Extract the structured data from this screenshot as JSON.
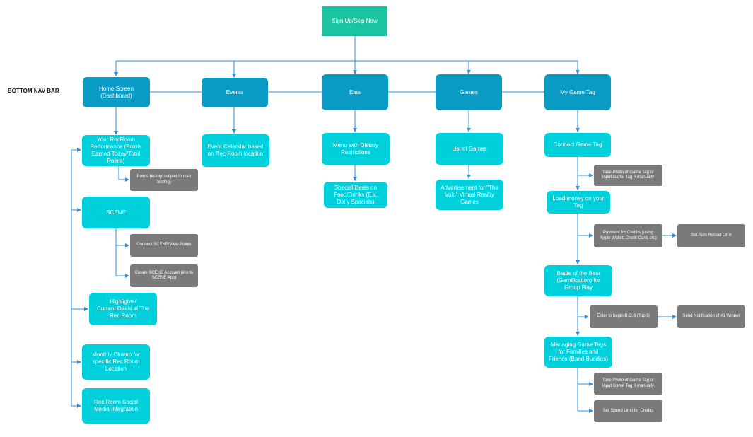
{
  "title": "Sign Up/Skip Now",
  "side_label": "BOTTOM NAV BAR",
  "nav": {
    "home": "Home Screen\n(Dashboard)",
    "events": "Events",
    "eats": "Eats",
    "games": "Games",
    "gametag": "My Game Tag"
  },
  "home": {
    "performance": "Your RecRoom\nPerformance (Points\nEarned Today/Total\nPoints)",
    "points_history": "Points history(subject to user\ntesting)",
    "scene": "SCENE",
    "connect_scene": "Connect SCENE/View Points",
    "create_scene": "Create SCENE Account (link to\nSCENE App)",
    "highlights": "Highlights/\nCurrent Deals at The\nRec Room",
    "monthly_champ": "Monthly Champ for\nspecific Rec Room\nLocation",
    "social": "Rec Room Social\nMedia Integration"
  },
  "events": {
    "calendar": "Event Calendar based\non Rec Room location"
  },
  "eats": {
    "menu": "Menu with Dietary\nRestrictions",
    "specials": "Special Deals on\nFood/Drinks (E.x.\nDaily Specials)"
  },
  "games": {
    "list": "List of Games",
    "void": "Advertisement for \"The\nVoid\" Virtual Reality\nGames"
  },
  "gametag": {
    "connect": "Connect Game Tag",
    "take_photo_1": "Take Photo of Game Tag or\ninput Game Tag # manually",
    "load_money": "Load money on your\nTag",
    "payment": "Payment for Credits (using\nApple Wallet, Credit Card, etc)",
    "auto_reload": "Set Auto Reload Limit",
    "battle": "Battle of the Best\n(Gamification) for\nGroup Play",
    "enter_bob": "Enter to begin B.O.B (Top 5)",
    "notification": "Send Notification of #1 Winner",
    "managing": "Managing Game Tags\nfor Families and\nFriends (Band Buddies)",
    "take_photo_2": "Take Photo of Game Tag or\ninput Game Tag # manually",
    "spend_limit": "Set Spend Limit for Credits"
  }
}
